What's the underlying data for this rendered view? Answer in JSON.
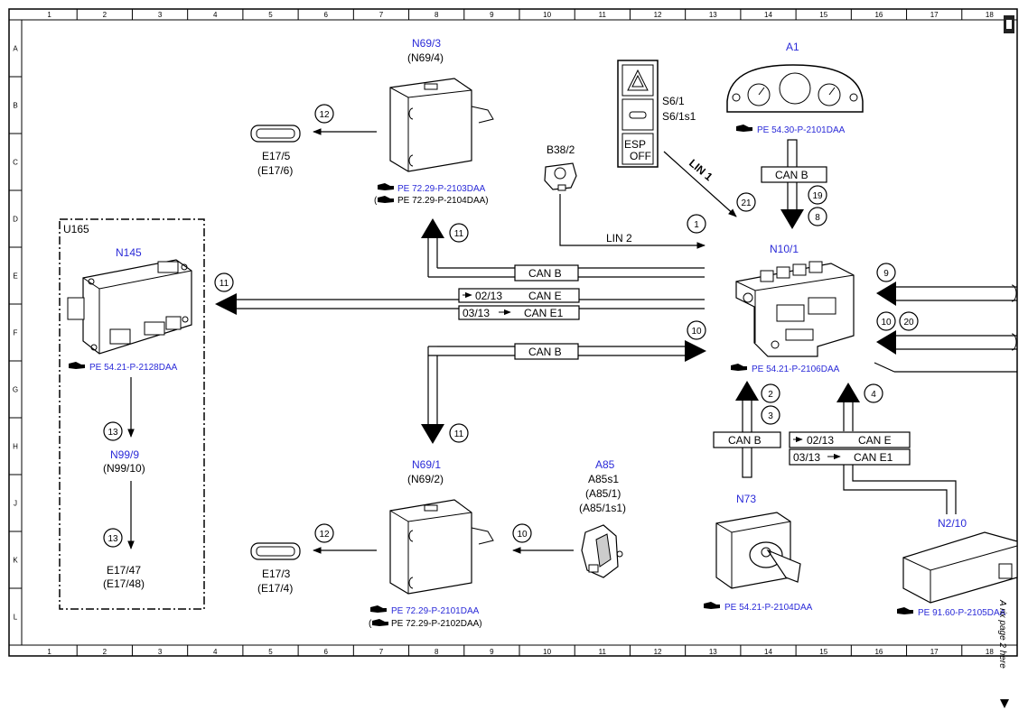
{
  "ruler": {
    "columns": [
      "1",
      "2",
      "3",
      "4",
      "5",
      "6",
      "7",
      "8",
      "9",
      "10",
      "11",
      "12",
      "13",
      "14",
      "15",
      "16",
      "17",
      "18"
    ],
    "rows": [
      "A",
      "B",
      "C",
      "D",
      "E",
      "F",
      "G",
      "H",
      "J",
      "K",
      "L"
    ]
  },
  "group": {
    "label": "U165"
  },
  "components": {
    "n69_3": {
      "name": "N69/3",
      "alt": "(N69/4)",
      "ref": "PE 72.29-P-2103DAA",
      "ref_alt": "PE 72.29-P-2104DAA)"
    },
    "n69_1": {
      "name": "N69/1",
      "alt": "(N69/2)",
      "ref": "PE 72.29-P-2101DAA",
      "ref_alt": "PE 72.29-P-2102DAA)"
    },
    "a1": {
      "name": "A1",
      "ref": "PE 54.30-P-2101DAA"
    },
    "n10_1": {
      "name": "N10/1",
      "ref": "PE 54.21-P-2106DAA"
    },
    "n145": {
      "name": "N145",
      "ref": "PE 54.21-P-2128DAA"
    },
    "n73": {
      "name": "N73",
      "ref": "PE 54.21-P-2104DAA"
    },
    "n2_10": {
      "name": "N2/10",
      "ref": "PE 91.60-P-2105DAA"
    },
    "a85": {
      "name": "A85",
      "l1": "A85s1",
      "l2": "(A85/1)",
      "l3": "(A85/1s1)"
    },
    "b38_2": {
      "name": "B38/2"
    },
    "s6_1": {
      "name": "S6/1",
      "alt": "S6/1s1",
      "esp": "ESP",
      "off": "OFF"
    },
    "e17_5": {
      "name": "E17/5",
      "alt": "(E17/6)"
    },
    "e17_3": {
      "name": "E17/3",
      "alt": "(E17/4)"
    },
    "e17_47": {
      "name": "E17/47",
      "alt": "(E17/48)"
    },
    "n99_9": {
      "name": "N99/9",
      "alt": "(N99/10)"
    }
  },
  "buses": {
    "can_b": "CAN B",
    "can_e": "CAN E",
    "can_e1": "CAN E1",
    "lin1": "LIN 1",
    "lin2": "LIN 2",
    "date_from": "02/13",
    "date_to": "03/13"
  },
  "callouts": {
    "n1": "1",
    "n2": "2",
    "n3": "3",
    "n4": "4",
    "n8": "8",
    "n9": "9",
    "n10": "10",
    "n11": "11",
    "n12": "12",
    "n13": "13",
    "n19": "19",
    "n20": "20",
    "n21": "21"
  },
  "side_note": "A rix page 2 here"
}
